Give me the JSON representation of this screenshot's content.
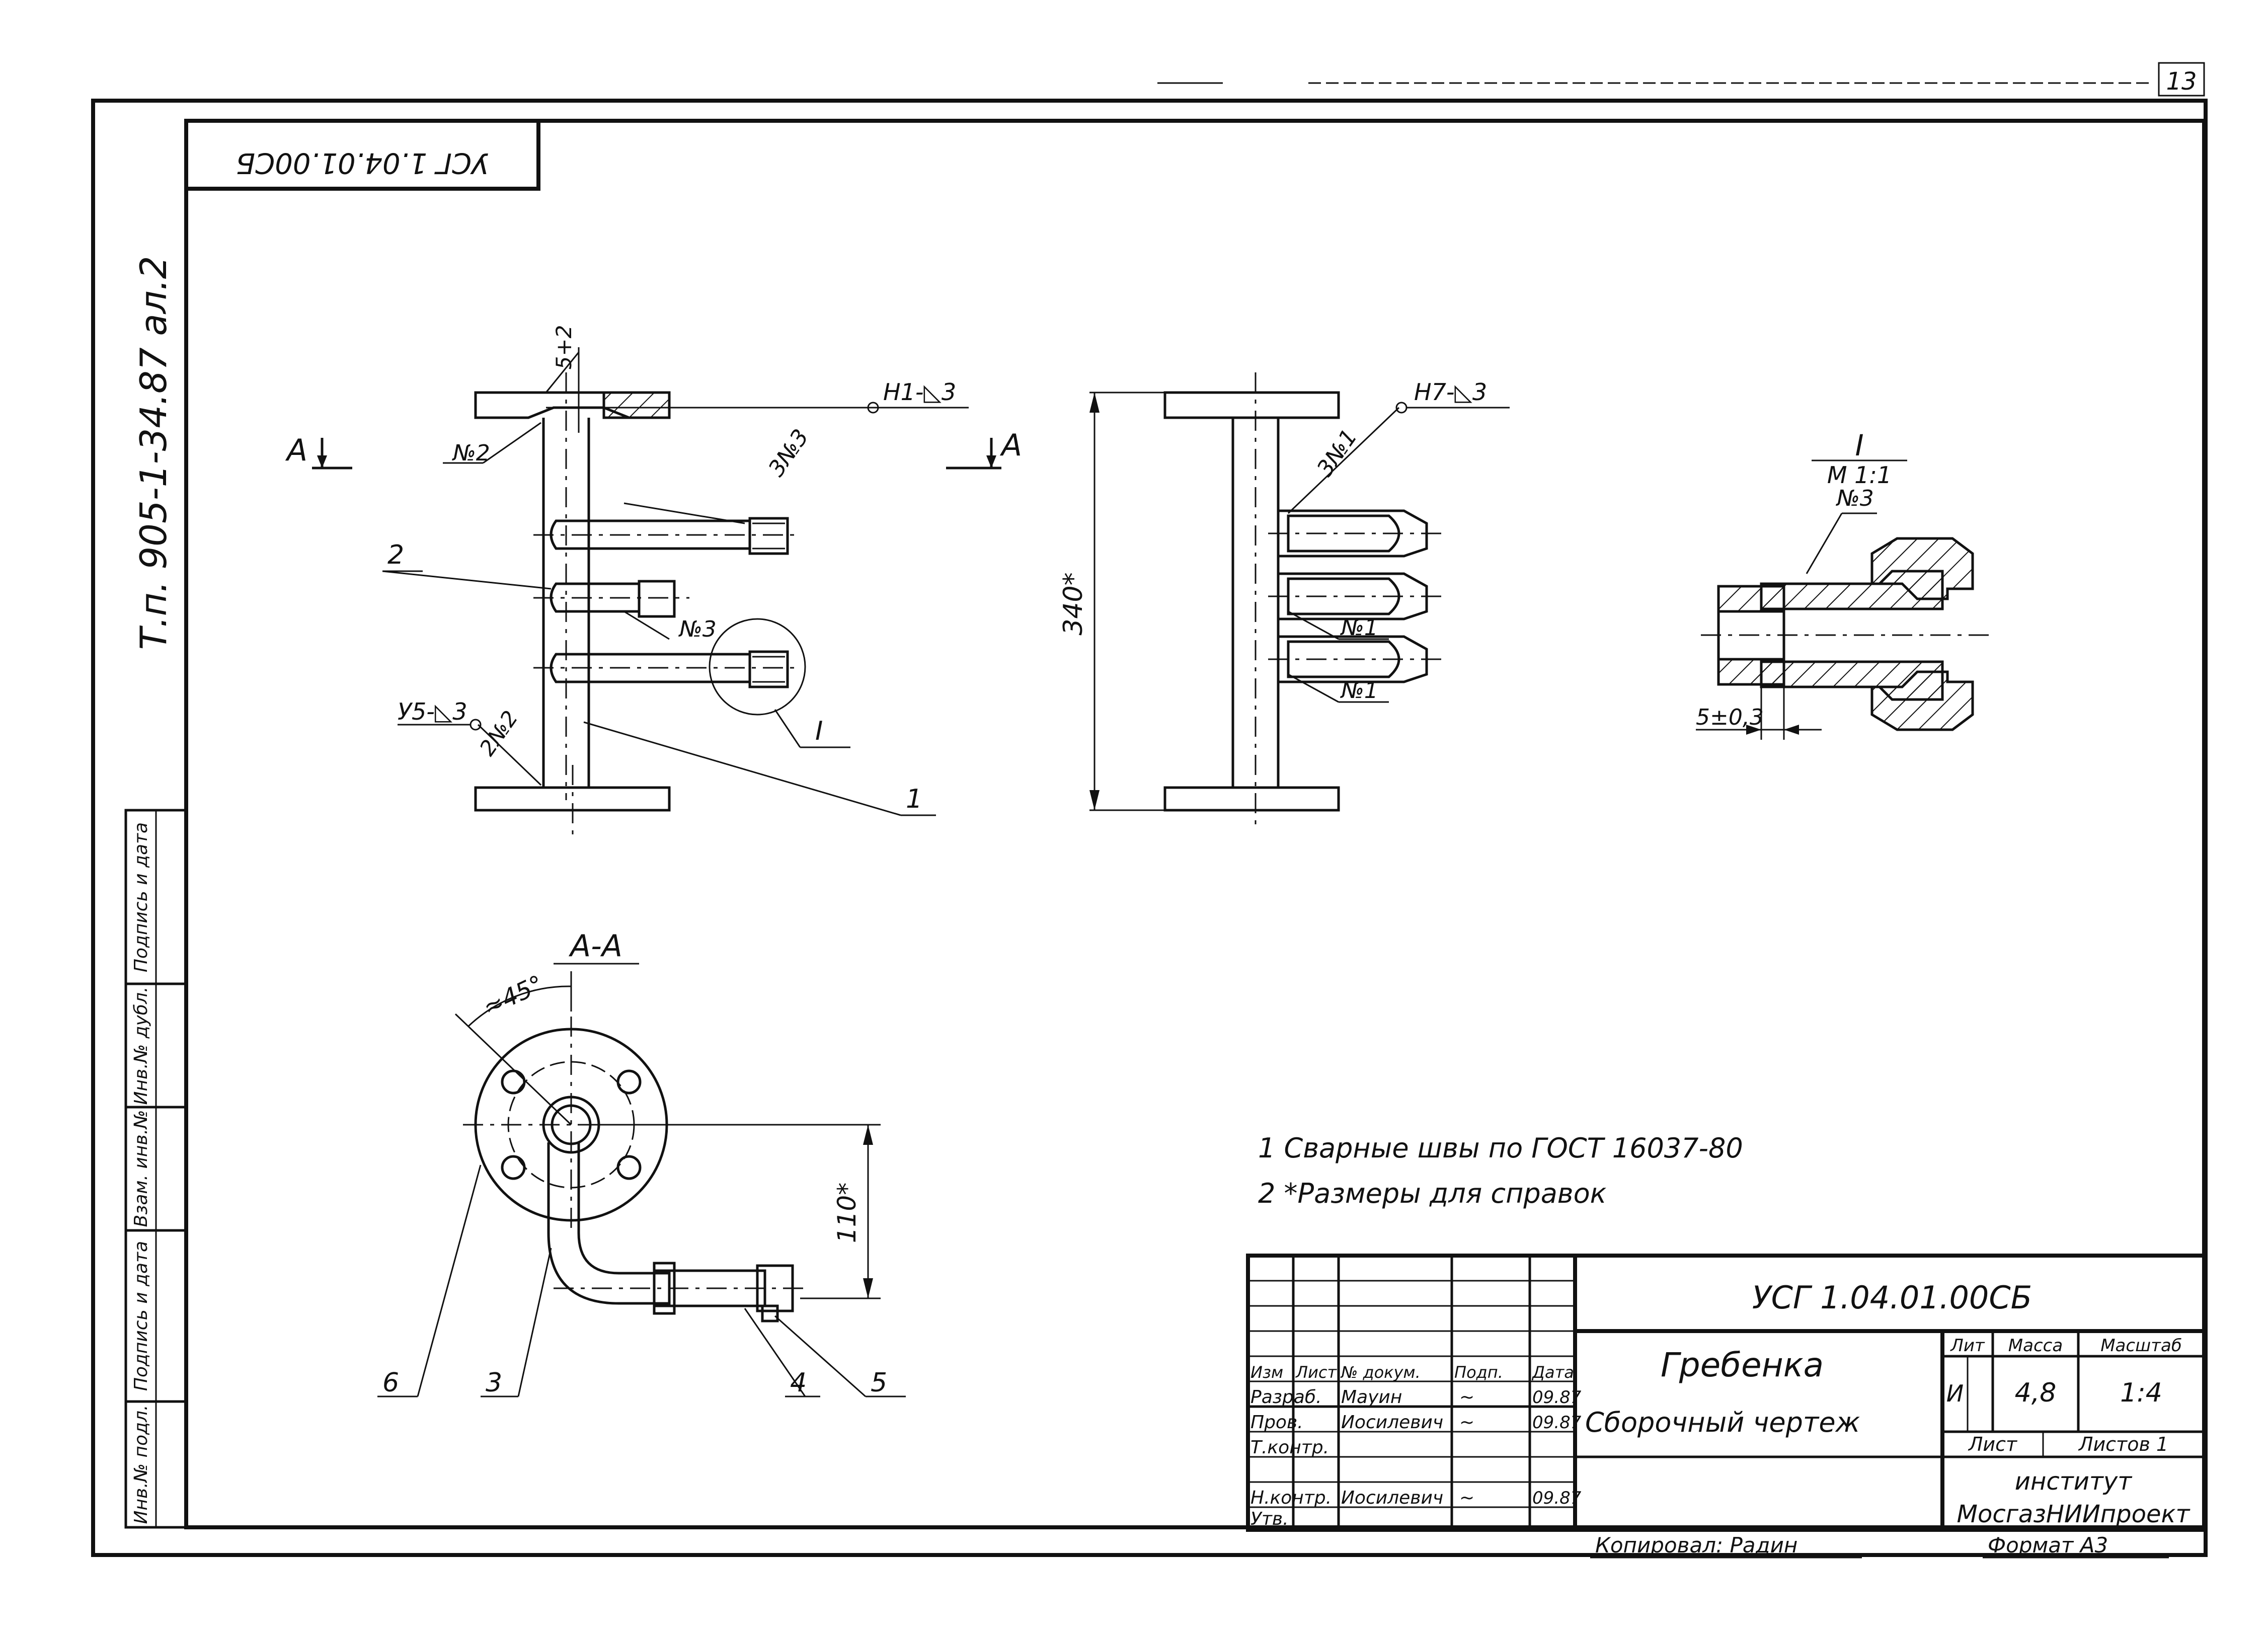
{
  "page_number": "13",
  "sheet_ref": "Т.п. 905-1-34.87 ал.2",
  "doc_code_rotated": "УСГ 1.04.01.00СБ",
  "view_labels": {
    "section_a_left": "А",
    "section_a_right": "А",
    "section_aa": "А-А",
    "detail_title": "I",
    "detail_scale": "М 1:1",
    "detail_callout": "I"
  },
  "weld_marks": {
    "top_left": "Н1-◺3",
    "top_middle": "Н7-◺3",
    "bottom_left": "У5-◺3",
    "no2_top": "№2",
    "no2_bottom": "2№2",
    "three_no3": "3№3",
    "no3_mid": "№3",
    "three_no1": "3№1",
    "no1_a": "№1",
    "no1_b": "№1",
    "no3_detail": "№3"
  },
  "dimensions": {
    "flange_gap": "5+2",
    "height": "340*",
    "offset": "110*",
    "angle": "≈45°",
    "detail_gap": "5±0,3"
  },
  "item_callouts": [
    "1",
    "2",
    "3",
    "4",
    "5",
    "6"
  ],
  "notes": [
    "1  Сварные швы по ГОСТ 16037-80",
    "2  *Размеры для справок"
  ],
  "side_stamp": {
    "cells": [
      "Инв.№ подл.",
      "Подпись и дата",
      "Взам. инв.№",
      "Инв.№ дубл.",
      "Подпись и дата"
    ]
  },
  "title_block": {
    "designation": "УСГ 1.04.01.00СБ",
    "name": "Гребенка",
    "doc_type": "Сборочный чертеж",
    "header": [
      "Изм",
      "Лист",
      "№ докум.",
      "Подп.",
      "Дата"
    ],
    "rows": [
      {
        "role": "Разраб.",
        "name": "Мауин",
        "sign": "~",
        "date": "09.87"
      },
      {
        "role": "Пров.",
        "name": "Иосилевич",
        "sign": "~",
        "date": "09.87"
      },
      {
        "role": "Т.контр.",
        "name": "",
        "sign": "",
        "date": ""
      },
      {
        "role": "Н.контр.",
        "name": "Иосилевич",
        "sign": "~",
        "date": "09.87"
      },
      {
        "role": "Утв.",
        "name": "",
        "sign": "",
        "date": ""
      }
    ],
    "lit_label": "Лит",
    "mass_label": "Масса",
    "scale_label": "Масштаб",
    "lit": "И",
    "mass": "4,8",
    "scale": "1:4",
    "sheet_label": "Лист",
    "sheets_label": "Листов 1",
    "org_line1": "институт",
    "org_line2": "МосгазНИИпроект"
  },
  "copied_by": "Копировал: Радин",
  "format": "Формат А3"
}
